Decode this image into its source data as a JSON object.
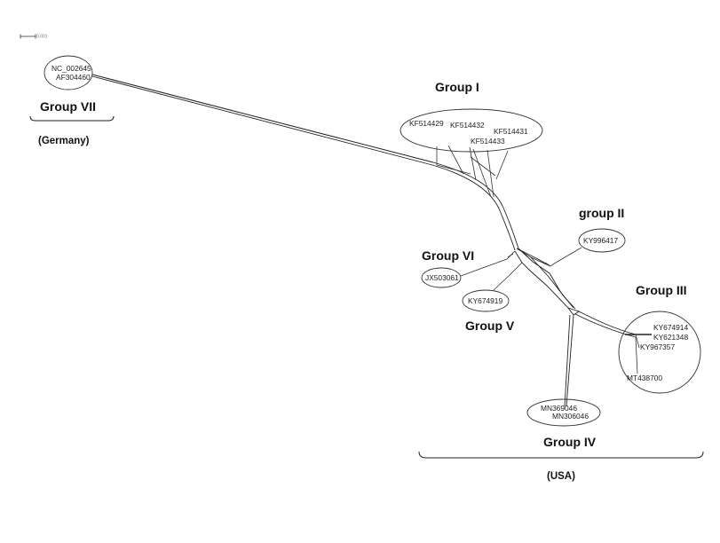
{
  "scale_bar": {
    "label": "0.001"
  },
  "accessions": {
    "nc002645": "NC_002645",
    "af304460": "AF304460",
    "kf514429": "KF514429",
    "kf514432": "KF514432",
    "kf514431": "KF514431",
    "kf514433": "KF514433",
    "ky996417": "KY996417",
    "jx503061": "JX503061",
    "ky674919": "KY674919",
    "ky674914": "KY674914",
    "ky621348": "KY621348",
    "ky967357": "KY967357",
    "mt438700": "MT438700",
    "mn369046": "MN369046",
    "mn306046": "MN306046"
  },
  "groups": {
    "g1": "Group I",
    "g2": "group II",
    "g3": "Group III",
    "g4": "Group IV",
    "g5": "Group V",
    "g6": "Group VI",
    "g7": "Group VII"
  },
  "countries": {
    "germany": "(Germany)",
    "usa": "(USA)"
  },
  "colors": {
    "line": "#222222",
    "background": "#ffffff"
  }
}
